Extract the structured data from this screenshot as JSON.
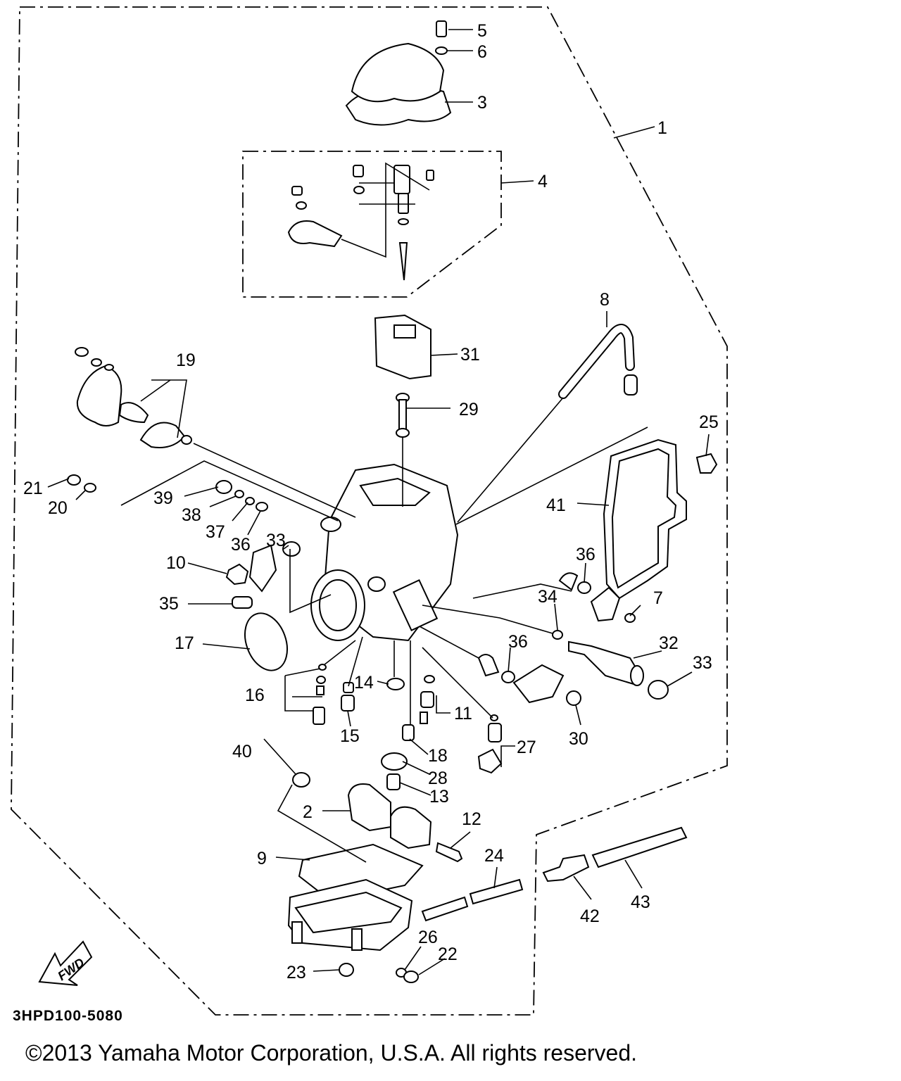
{
  "diagram": {
    "callouts": [
      {
        "id": "c1",
        "text": "1"
      },
      {
        "id": "c2",
        "text": "2"
      },
      {
        "id": "c3",
        "text": "3"
      },
      {
        "id": "c4",
        "text": "4"
      },
      {
        "id": "c5",
        "text": "5"
      },
      {
        "id": "c6",
        "text": "6"
      },
      {
        "id": "c7",
        "text": "7"
      },
      {
        "id": "c8",
        "text": "8"
      },
      {
        "id": "c9",
        "text": "9"
      },
      {
        "id": "c10",
        "text": "10"
      },
      {
        "id": "c11",
        "text": "11"
      },
      {
        "id": "c12",
        "text": "12"
      },
      {
        "id": "c13",
        "text": "13"
      },
      {
        "id": "c14",
        "text": "14"
      },
      {
        "id": "c15",
        "text": "15"
      },
      {
        "id": "c16",
        "text": "16"
      },
      {
        "id": "c17",
        "text": "17"
      },
      {
        "id": "c18",
        "text": "18"
      },
      {
        "id": "c19",
        "text": "19"
      },
      {
        "id": "c20",
        "text": "20"
      },
      {
        "id": "c21",
        "text": "21"
      },
      {
        "id": "c22",
        "text": "22"
      },
      {
        "id": "c23",
        "text": "23"
      },
      {
        "id": "c24",
        "text": "24"
      },
      {
        "id": "c25",
        "text": "25"
      },
      {
        "id": "c26",
        "text": "26"
      },
      {
        "id": "c27",
        "text": "27"
      },
      {
        "id": "c28",
        "text": "28"
      },
      {
        "id": "c29",
        "text": "29"
      },
      {
        "id": "c30",
        "text": "30"
      },
      {
        "id": "c31",
        "text": "31"
      },
      {
        "id": "c32",
        "text": "32"
      },
      {
        "id": "c33a",
        "text": "33"
      },
      {
        "id": "c33b",
        "text": "33"
      },
      {
        "id": "c34",
        "text": "34"
      },
      {
        "id": "c35",
        "text": "35"
      },
      {
        "id": "c36a",
        "text": "36"
      },
      {
        "id": "c36b",
        "text": "36"
      },
      {
        "id": "c36c",
        "text": "36"
      },
      {
        "id": "c37",
        "text": "37"
      },
      {
        "id": "c38",
        "text": "38"
      },
      {
        "id": "c39",
        "text": "39"
      },
      {
        "id": "c40",
        "text": "40"
      },
      {
        "id": "c41",
        "text": "41"
      },
      {
        "id": "c42",
        "text": "42"
      },
      {
        "id": "c43",
        "text": "43"
      }
    ],
    "fwd_label": "FWD",
    "drawing_code": "3HPD100-5080"
  },
  "footer": {
    "copyright": "©2013 Yamaha Motor Corporation, U.S.A. All rights reserved."
  }
}
